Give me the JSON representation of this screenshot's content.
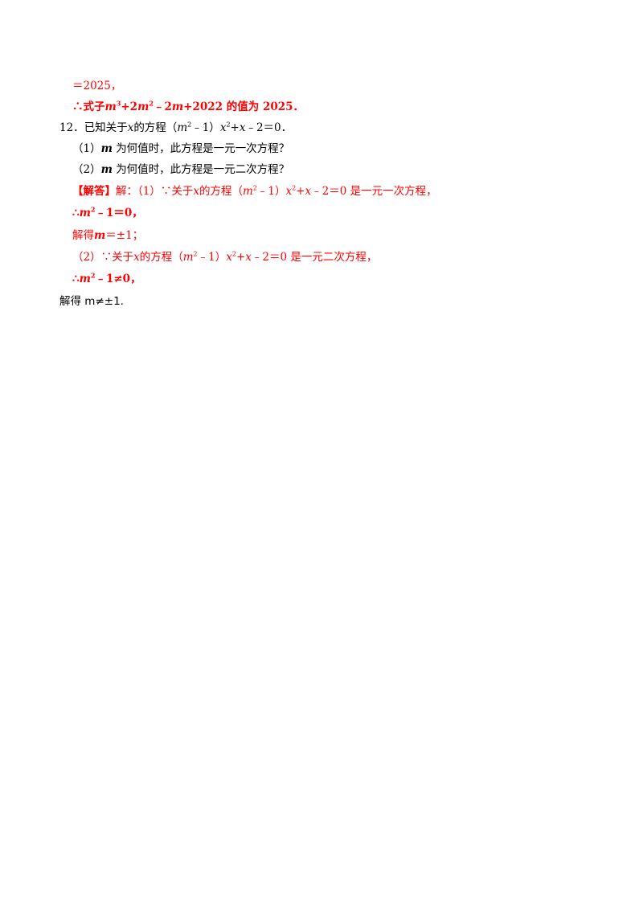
{
  "colors": {
    "answer": "#ff0000",
    "text": "#000000"
  },
  "prev_answer": {
    "line1": "＝2025，",
    "line2_prefix": "∴式子",
    "line2_m1": "m",
    "line2_exp1": "3",
    "line2_plus2": "+2",
    "line2_m2": "m",
    "line2_exp2": "2",
    "line2_minus": "﹣2",
    "line2_m3": "m",
    "line2_rest": "+2022 的值为 2025．"
  },
  "question": {
    "number": "12．",
    "stem_a": "已知关于",
    "stem_x": "x",
    "stem_b": "的方程（",
    "stem_m": "m",
    "stem_exp1": "2",
    "stem_c": "﹣1）",
    "stem_x2": "x",
    "stem_exp2": "2",
    "stem_plus": "+",
    "stem_x3": "x",
    "stem_d": "﹣2＝0．",
    "part1_num": "（1）",
    "part1_m": "m",
    "part1_text": "为何值时，此方程是一元一次方程？",
    "part2_num": "（2）",
    "part2_m": "m",
    "part2_text": "为何值时，此方程是一元二次方程？"
  },
  "solution": {
    "tag": "【解答】",
    "l1_a": "解：（1）∵关于",
    "l1_x": "x",
    "l1_b": "的方程（",
    "l1_m": "m",
    "l1_exp1": "2",
    "l1_c": "﹣1）",
    "l1_x2": "x",
    "l1_exp2": "2",
    "l1_plus": "+",
    "l1_x3": "x",
    "l1_d": "﹣2＝0 是一元一次方程，",
    "l2_a": "∴",
    "l2_m": "m",
    "l2_exp": "2",
    "l2_b": "﹣1＝0，",
    "l3_a": "解得",
    "l3_m": "m",
    "l3_b": "＝±1；",
    "l4_a": "（2）∵关于",
    "l4_x": "x",
    "l4_b": "的方程（",
    "l4_m": "m",
    "l4_exp1": "2",
    "l4_c": "﹣1）",
    "l4_x2": "x",
    "l4_exp2": "2",
    "l4_plus": "+",
    "l4_x3": "x",
    "l4_d": "﹣2＝0 是一元二次方程，",
    "l5_a": "∴",
    "l5_m": "m",
    "l5_exp": "2",
    "l5_b": "﹣1≠0，",
    "final": "解得 m≠±1."
  }
}
